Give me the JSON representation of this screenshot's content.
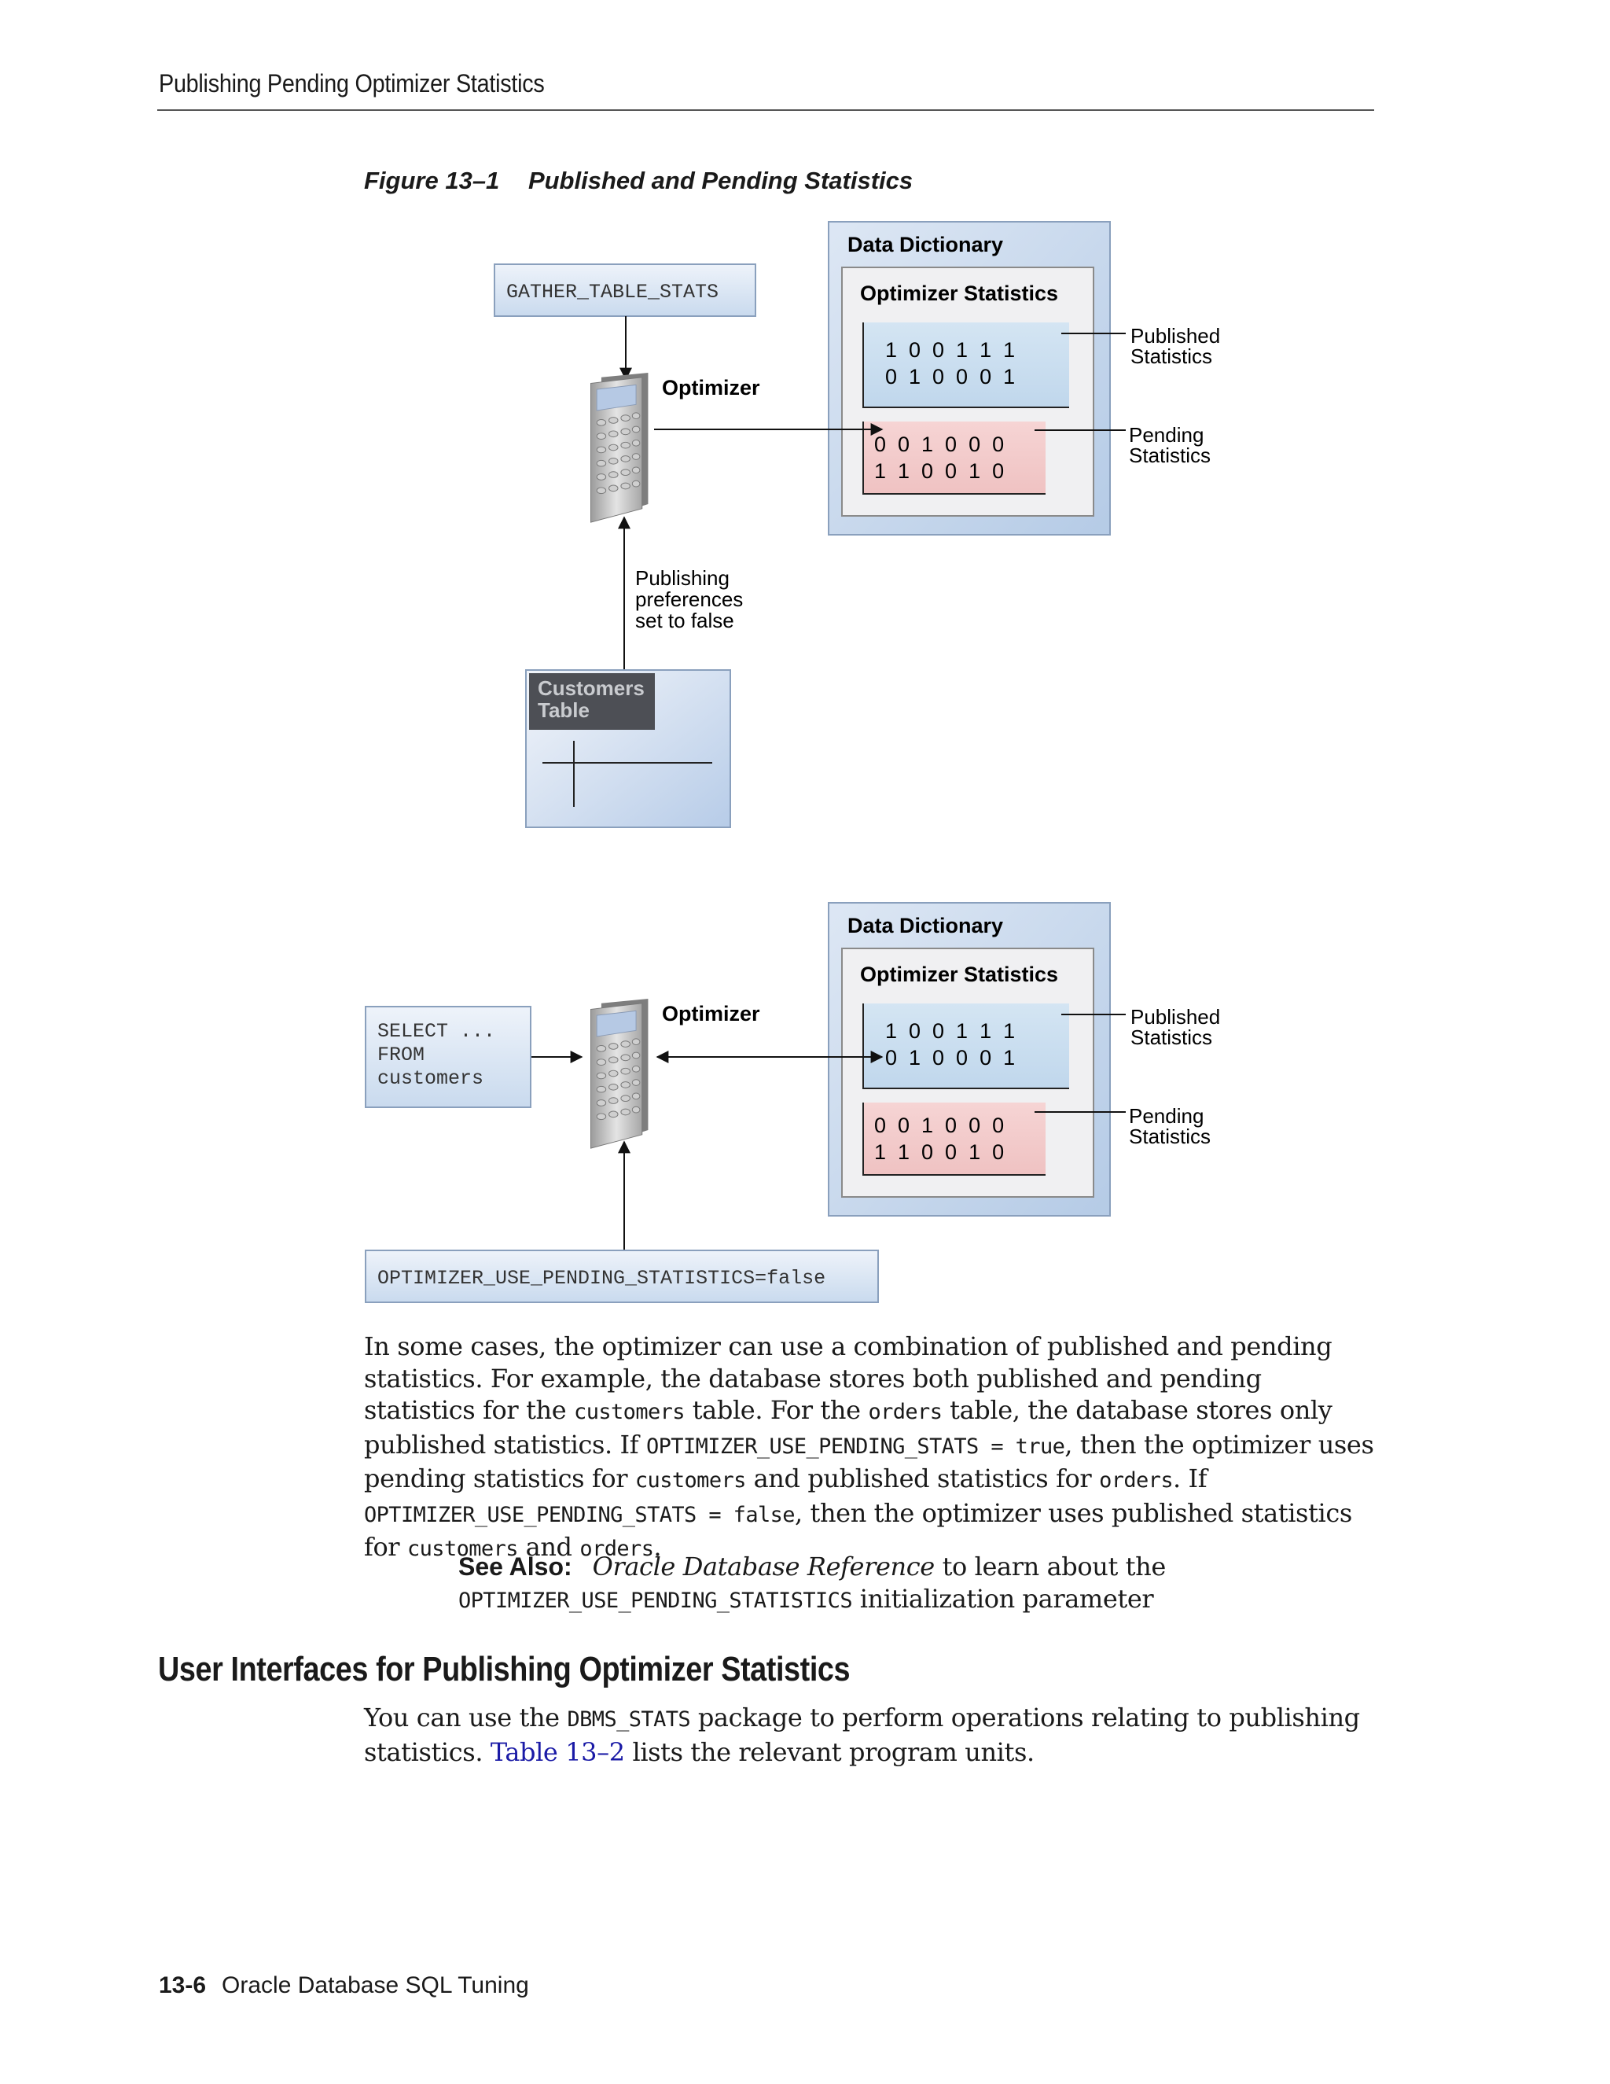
{
  "header": {
    "running_title": "Publishing Pending Optimizer Statistics"
  },
  "figure": {
    "number": "Figure 13–1",
    "title": "Published and Pending Statistics",
    "top": {
      "gather_box": "GATHER_TABLE_STATS",
      "optimizer_label": "Optimizer",
      "data_dictionary": "Data Dictionary",
      "optimizer_statistics": "Optimizer Statistics",
      "published_rows": [
        "1  0  0  1  1  1",
        "0  1  0  0  0  1"
      ],
      "pending_rows": [
        "0  0  1  0  0  0",
        "1  1  0  0  1  0"
      ],
      "published_label": [
        "Published",
        "Statistics"
      ],
      "pending_label": [
        "Pending",
        "Statistics"
      ],
      "publishing_note": [
        "Publishing",
        "preferences",
        "set to false"
      ],
      "customers_table": [
        "Customers",
        "Table"
      ]
    },
    "bottom": {
      "select_box": [
        "SELECT ...",
        "FROM",
        "customers"
      ],
      "optimizer_label": "Optimizer",
      "data_dictionary": "Data Dictionary",
      "optimizer_statistics": "Optimizer Statistics",
      "published_rows": [
        "1  0  0  1  1  1",
        "0  1  0  0  0  1"
      ],
      "pending_rows": [
        "0  0  1  0  0  0",
        "1  1  0  0  1  0"
      ],
      "published_label": [
        "Published",
        "Statistics"
      ],
      "pending_label": [
        "Pending",
        "Statistics"
      ],
      "param_box": "OPTIMIZER_USE_PENDING_STATISTICS=false"
    }
  },
  "paragraph": {
    "p1": "In some cases, the optimizer can use a combination of published and pending statistics. For example, the database stores both published and pending statistics for the ",
    "c1": "customers",
    "p2": " table. For the ",
    "c2": "orders",
    "p3": " table, the database stores only published statistics. If ",
    "c3": "OPTIMIZER_USE_PENDING_STATS = true",
    "p4": ", then the optimizer uses pending statistics for ",
    "c4": "customers",
    "p5": " and published statistics for ",
    "c5": "orders",
    "p6": ". If ",
    "c6": "OPTIMIZER_USE_PENDING_STATS = false",
    "p7": ", then the optimizer uses published statistics for ",
    "c7": "customers",
    "p8": " and ",
    "c8": "orders",
    "p9": "."
  },
  "see_also": {
    "label": "See Also:",
    "reference": "Oracle Database Reference",
    "t1": " to learn about the ",
    "code": "OPTIMIZER_USE_PENDING_STATISTICS",
    "t2": " initialization parameter"
  },
  "section": {
    "heading": "User Interfaces for Publishing Optimizer Statistics",
    "s1": "You can use the ",
    "code": "DBMS_STATS",
    "s2": " package to perform operations relating to publishing statistics. ",
    "link": "Table 13–2",
    "s3": " lists the relevant program units."
  },
  "footer": {
    "page": "13-6",
    "book": "Oracle Database SQL Tuning"
  }
}
